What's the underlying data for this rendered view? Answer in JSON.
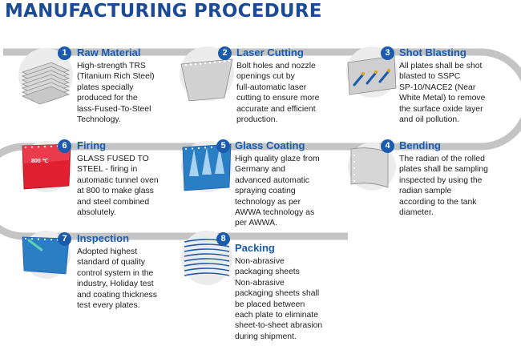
{
  "title": "MANUFACTURING PROCEDURE",
  "colors": {
    "title": "#1b4a96",
    "accent": "#1a5bb0",
    "track": "#c4c4c4",
    "firing": "#e02030",
    "glass": "#2a7fc4"
  },
  "firing_temp_label": "800 ℃",
  "steps": [
    {
      "number": "1",
      "title": "Raw Material",
      "icon": "plate-stack-icon",
      "description": "High-strength TRS\n(Titanium Rich Steel)\nplates specially\nproduced for the\nlass-Fused-To-Steel\nTechnology."
    },
    {
      "number": "2",
      "title": "Laser Cutting",
      "icon": "perforated-plate-icon",
      "description": "Bolt holes and nozzle\nopenings cut by\nfull-automatic laser\ncutting to ensure more\naccurate and efficient\nproduction."
    },
    {
      "number": "3",
      "title": "Shot Blasting",
      "icon": "shot-blasting-icon",
      "description": "All plates shall be shot\nblasted to SSPC\nSP-10/NACE2 (Near\nWhite Metal) to remove\nthe surface oxide layer\nand oil pollution."
    },
    {
      "number": "4",
      "title": "Bending",
      "icon": "bent-plate-icon",
      "description": "The radian of the rolled\nplates shall be sampling\ninspected by using the\nradian sample\naccording to the tank\ndiameter."
    },
    {
      "number": "5",
      "title": "Glass Coating",
      "icon": "spray-coating-icon",
      "description": "High quality glaze from\nGermany and\nadvanced automatic\nspraying coating\ntechnology as per\nAWWA technology as\nper AWWA."
    },
    {
      "number": "6",
      "title": "Firing",
      "icon": "firing-plate-icon",
      "description": "GLASS FUSED TO\nSTEEL - firing in\nautomatic tunnel oven\nat 800 to make glass\nand steel combined\nabsolutely."
    },
    {
      "number": "7",
      "title": "Inspection",
      "icon": "inspection-plate-icon",
      "description": "Adopted highest\nstandard of quality\ncontrol system in the\nindustry, Holiday test\nand coating thickness\ntest every plates."
    },
    {
      "number": "8",
      "title": "Packing",
      "icon": "packed-plates-icon",
      "description": "Non-abrasive\npackaging sheets\nNon-abrasive\npackaging sheets shall\nbe placed between\neach plate to eliminate\nsheet-to-sheet abrasion\nduring shipment."
    }
  ]
}
